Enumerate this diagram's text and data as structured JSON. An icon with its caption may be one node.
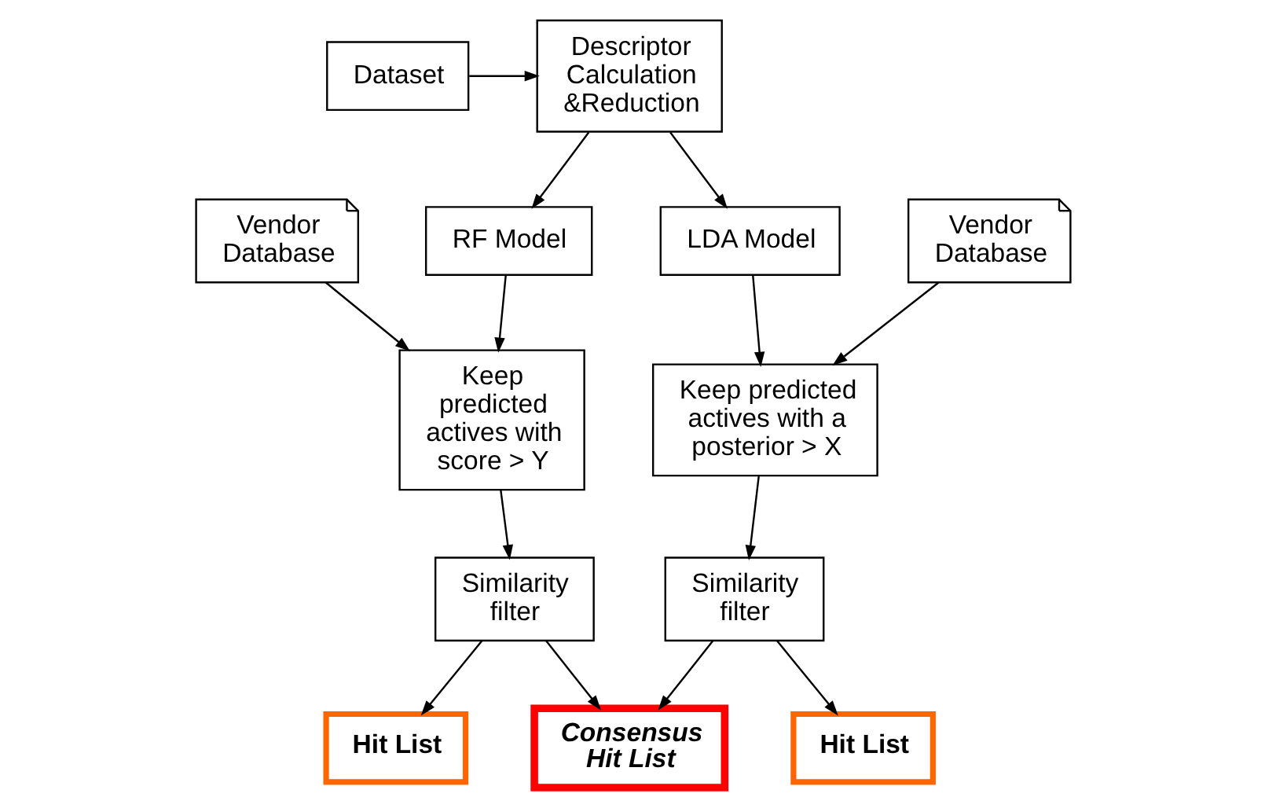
{
  "diagram": {
    "nodes": [
      {
        "text": [
          "Dataset"
        ]
      },
      {
        "text": [
          "Descriptor Calculation &Reduction"
        ]
      },
      {
        "text": [
          "Vendor Database"
        ]
      },
      {
        "text": [
          "RF Model"
        ]
      },
      {
        "text": [
          "LDA Model"
        ]
      },
      {
        "text": [
          "Vendor Database"
        ]
      },
      {
        "text": [
          "Keep predicted actives with score > Y"
        ]
      },
      {
        "text": [
          "Keep predicted actives with a posterior > X"
        ]
      },
      {
        "text": [
          "Similarity filter"
        ]
      },
      {
        "text": [
          "Similarity filter"
        ]
      },
      {
        "text": [
          "Hit List"
        ]
      },
      {
        "text": [
          "Consensus Hit List"
        ]
      },
      {
        "text": [
          "Hit List"
        ]
      }
    ],
    "edges": [
      {
        "from": 0,
        "to": 1,
        "arrow": "to"
      },
      {
        "from": 1,
        "to": 3,
        "arrow": "to"
      },
      {
        "from": 1,
        "to": 4,
        "arrow": "to"
      },
      {
        "from": 2,
        "to": 6,
        "arrow": "to"
      },
      {
        "from": 3,
        "to": 6,
        "arrow": "to"
      },
      {
        "from": 4,
        "to": 7,
        "arrow": "to"
      },
      {
        "from": 5,
        "to": 7,
        "arrow": "to"
      },
      {
        "from": 6,
        "to": 8,
        "arrow": "to"
      },
      {
        "from": 7,
        "to": 9,
        "arrow": "to"
      },
      {
        "from": 8,
        "to": 10,
        "arrow": "to"
      },
      {
        "from": 8,
        "to": 11,
        "arrow": "to"
      },
      {
        "from": 9,
        "to": 11,
        "arrow": "to"
      },
      {
        "from": 9,
        "to": 12,
        "arrow": "to"
      }
    ]
  }
}
